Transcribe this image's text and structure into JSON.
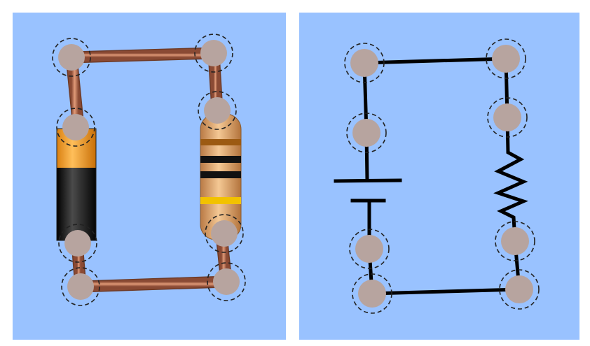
{
  "colors": {
    "panel_background": "#99c2ff",
    "vertex_fill": "#b7a49f",
    "vertex_ring": "#222222",
    "wire_copper": "#c27a5b",
    "schematic_wire": "#000000",
    "battery_top": "#f5a02a",
    "battery_body": "#1a1a1a",
    "resistor_body": "#e8b07a",
    "resistor_band_brown": "#9c5a12",
    "resistor_band_black": "#111111",
    "resistor_band_gold": "#f2c200"
  },
  "lifelike_view": {
    "components": [
      "wire",
      "wire",
      "wire",
      "wire",
      "battery",
      "resistor"
    ]
  },
  "schematic_view": {
    "components": [
      "wire",
      "wire",
      "wire",
      "wire",
      "battery-symbol",
      "resistor-symbol"
    ]
  }
}
